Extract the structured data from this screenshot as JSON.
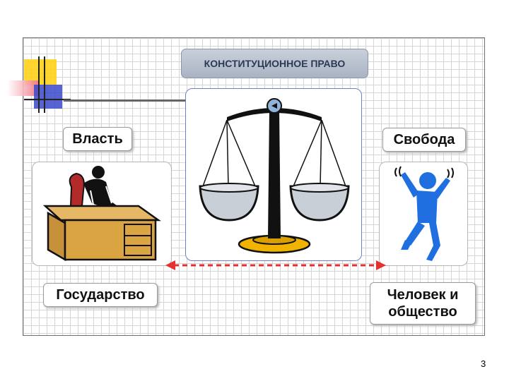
{
  "title": "КОНСТИТУЦИОННОЕ ПРАВО",
  "labels": {
    "power": "Власть",
    "freedom": "Свобода",
    "state": "Государство",
    "person_line1": "Человек и",
    "person_line2": "общество"
  },
  "page_number": "3",
  "colors": {
    "arrow": "#e53030",
    "scale_base": "#f0b400",
    "desk": "#d9a441",
    "person": "#1f6fe0",
    "chair": "#b32a2a"
  },
  "icons": [
    "desk-with-person-icon",
    "balance-scale-icon",
    "jumping-person-icon",
    "double-arrow-icon"
  ]
}
